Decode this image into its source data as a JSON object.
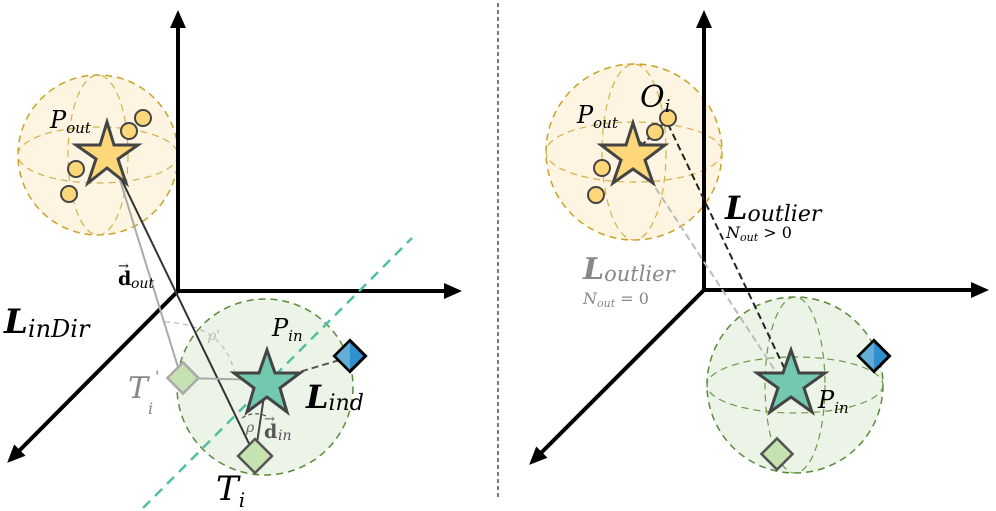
{
  "colors": {
    "axis": "#000000",
    "out_sphere_fill": "#fdf3dc",
    "out_sphere_stroke": "#c9a227",
    "in_sphere_fill": "#eaf3e4",
    "in_sphere_stroke": "#5a8a3a",
    "star_out_fill": "#fdd77a",
    "star_in_fill": "#72c9b0",
    "point_fill": "#fdd77a",
    "diamond_green": "#c5e3b0",
    "diamond_blue": "#4aa3d6",
    "boundary_line": "#4fbfa8",
    "gray_text": "#8a8a8a",
    "divider": "#333333"
  },
  "left_panel": {
    "p_out": {
      "base": "P",
      "sub": "out"
    },
    "p_in": {
      "base": "P",
      "sub": "in"
    },
    "d_out": {
      "base": "d",
      "sub": "out"
    },
    "d_in": {
      "base": "d",
      "sub": "in"
    },
    "t_i": {
      "base": "T",
      "sub": "i"
    },
    "t_i_prime": {
      "base": "T",
      "sub": "i",
      "sup": "'"
    },
    "rho": "ρ",
    "rho_prime": "ρ'",
    "l_indir": {
      "base": "L",
      "sub": "inDir"
    },
    "l_ind": {
      "base": "L",
      "sub": "ind"
    }
  },
  "right_panel": {
    "p_out": {
      "base": "P",
      "sub": "out"
    },
    "p_in": {
      "base": "P",
      "sub": "in"
    },
    "o_i": {
      "base": "O",
      "sub": "i"
    },
    "l_outlier_pos": {
      "base": "L",
      "sub": "outlier",
      "cond_base": "N",
      "cond_sub": "out",
      "cond_rest": " > 0"
    },
    "l_outlier_zero": {
      "base": "L",
      "sub": "outlier",
      "cond_base": "N",
      "cond_sub": "out",
      "cond_rest": " = 0"
    }
  }
}
